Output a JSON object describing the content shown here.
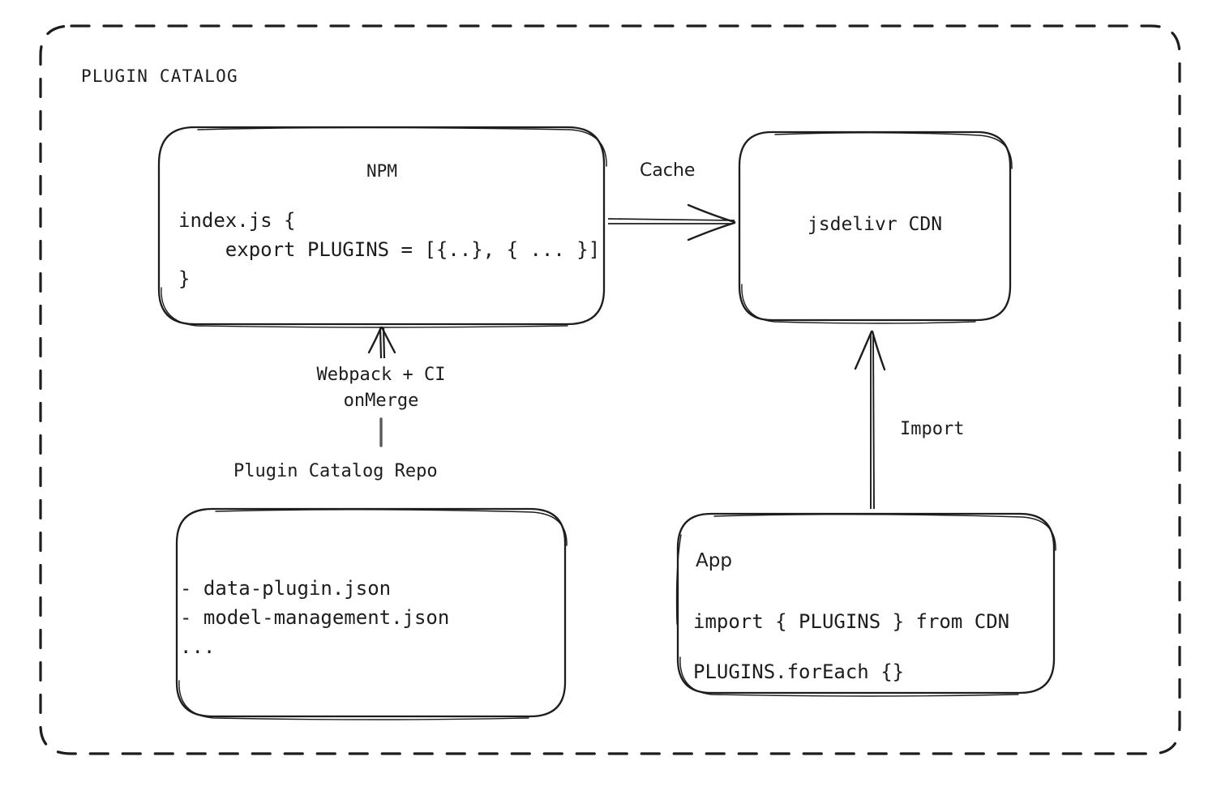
{
  "diagram": {
    "title": "PLUGIN CATALOG",
    "background": "#ffffff",
    "stroke": "#1d1d1d",
    "style": "hand-drawn",
    "nodes": {
      "npm": {
        "title": "NPM",
        "code": "index.js {\n    export PLUGINS = [{..}, { ... }]\n}"
      },
      "cdn": {
        "title": "jsdelivr CDN"
      },
      "repo": {
        "caption": "Plugin Catalog Repo",
        "files": "- data-plugin.json\n- model-management.json\n..."
      },
      "app": {
        "title": "App",
        "line1": "import { PLUGINS } from CDN",
        "line2": "PLUGINS.forEach {}"
      }
    },
    "edges": {
      "cache": {
        "label": "Cache",
        "from": "npm",
        "to": "cdn",
        "direction": "right"
      },
      "build": {
        "label": "Webpack + CI\nonMerge",
        "from": "repo",
        "to": "npm",
        "direction": "up"
      },
      "import": {
        "label": "Import",
        "from": "app",
        "to": "cdn",
        "direction": "up"
      }
    }
  }
}
